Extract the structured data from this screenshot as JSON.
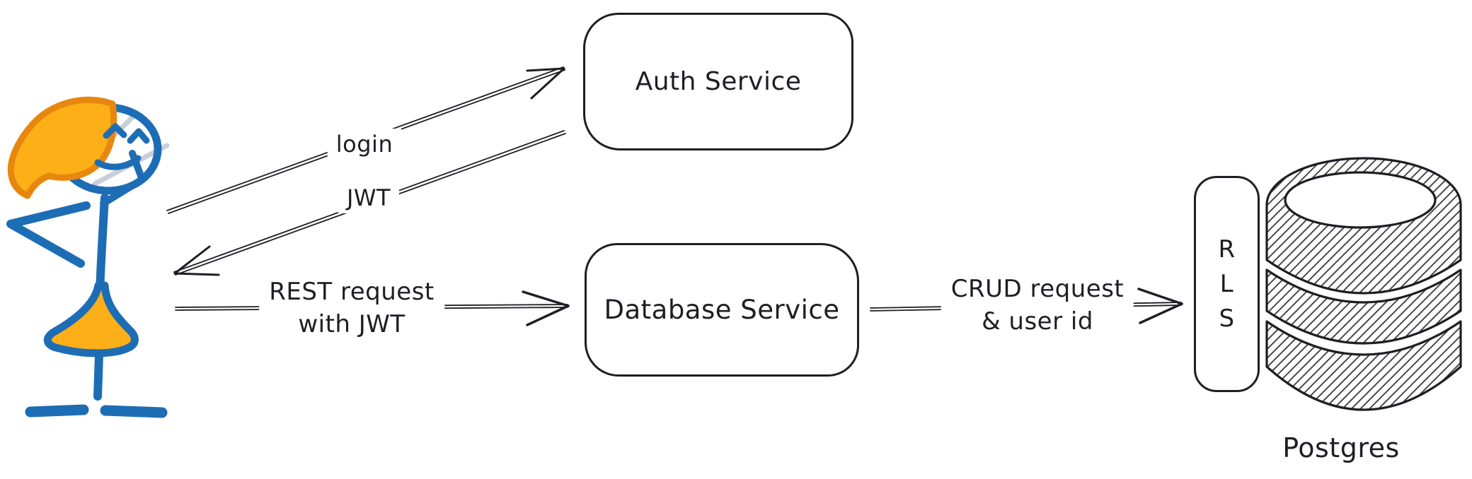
{
  "nodes": {
    "auth": {
      "label": "Auth Service"
    },
    "db": {
      "label": "Database Service"
    },
    "rls": {
      "letters": [
        "R",
        "L",
        "S"
      ]
    },
    "postgres": {
      "label": "Postgres"
    }
  },
  "edges": {
    "login": {
      "label": "login"
    },
    "jwt": {
      "label": "JWT"
    },
    "rest": {
      "line1": "REST request",
      "line2": "with JWT"
    },
    "crud": {
      "line1": "CRUD request",
      "line2": "& user id"
    }
  },
  "icons": {
    "user_figure": "stick-person-icon",
    "database": "database-cylinder-icon"
  },
  "colors": {
    "ink": "#1e1e24",
    "figure_blue": "#1d6db5",
    "hair_orange_stroke": "#e8870d",
    "hair_orange_fill": "#fcaf17",
    "accent_gray": "#c8cfda",
    "background": "#ffffff"
  }
}
